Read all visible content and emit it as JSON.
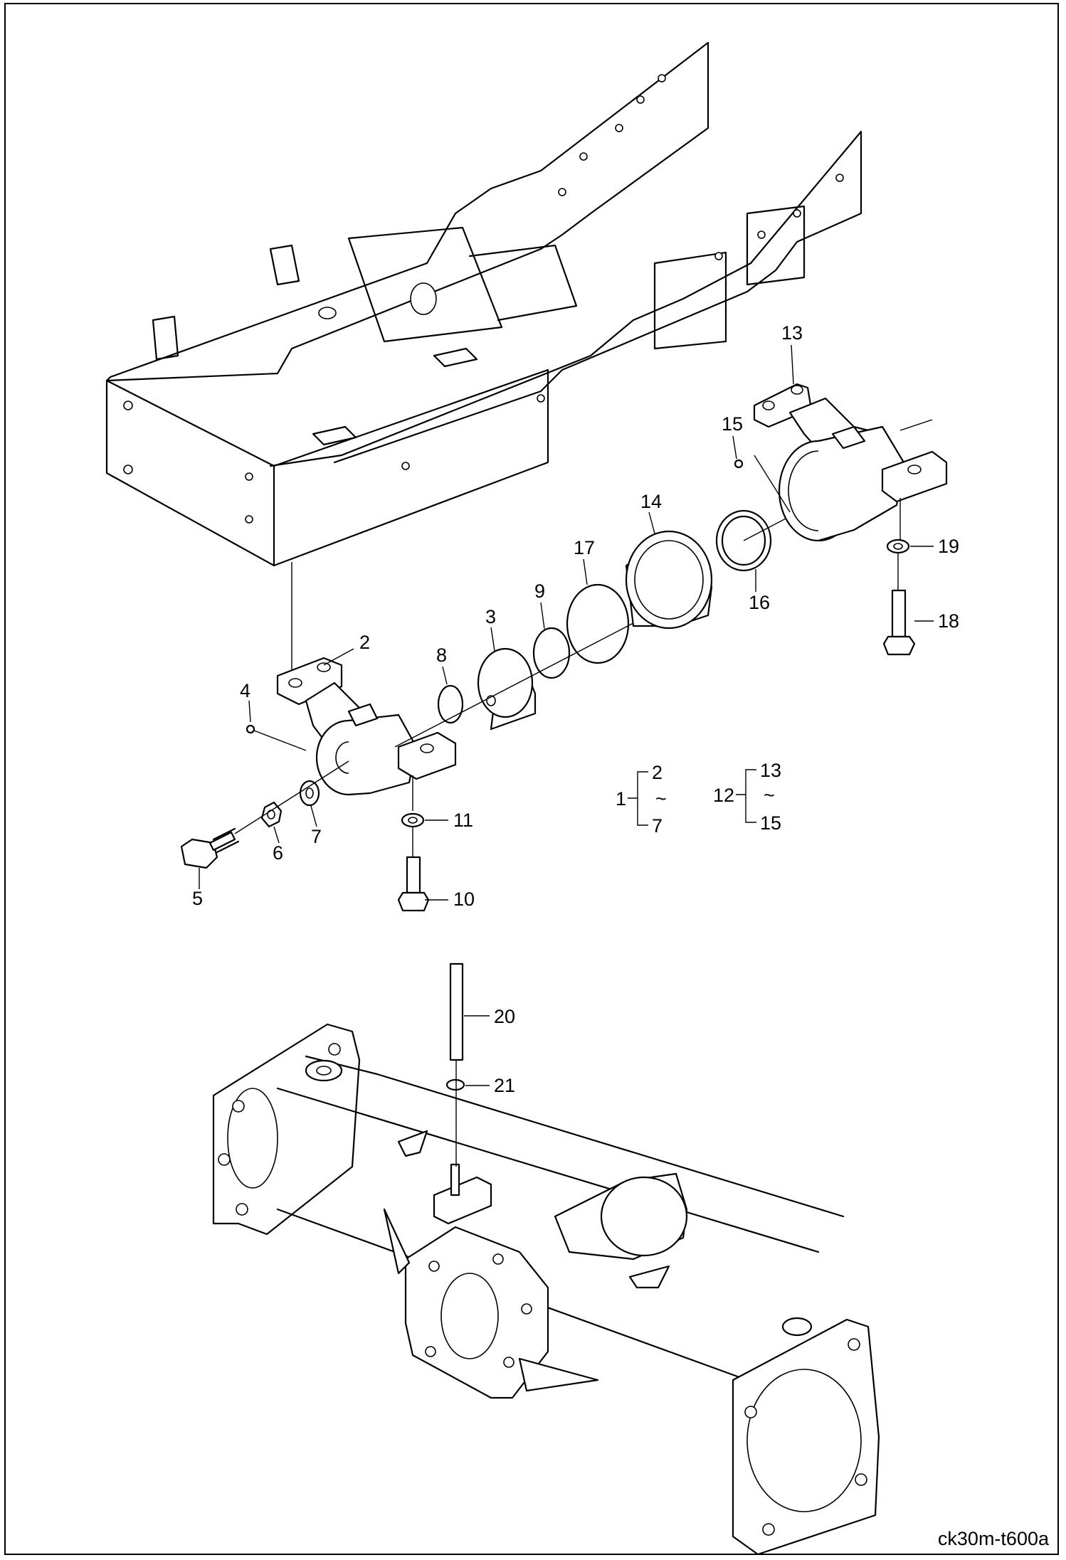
{
  "drawing_code": "ck30m-t600a",
  "callouts": [
    "2",
    "3",
    "4",
    "5",
    "6",
    "7",
    "8",
    "9",
    "10",
    "11",
    "13",
    "14",
    "15",
    "16",
    "17",
    "18",
    "19",
    "20",
    "21"
  ],
  "assemblies": [
    {
      "number": "1",
      "first": "2",
      "tilde": "~",
      "last": "7"
    },
    {
      "number": "12",
      "first": "13",
      "tilde": "~",
      "last": "15"
    }
  ]
}
